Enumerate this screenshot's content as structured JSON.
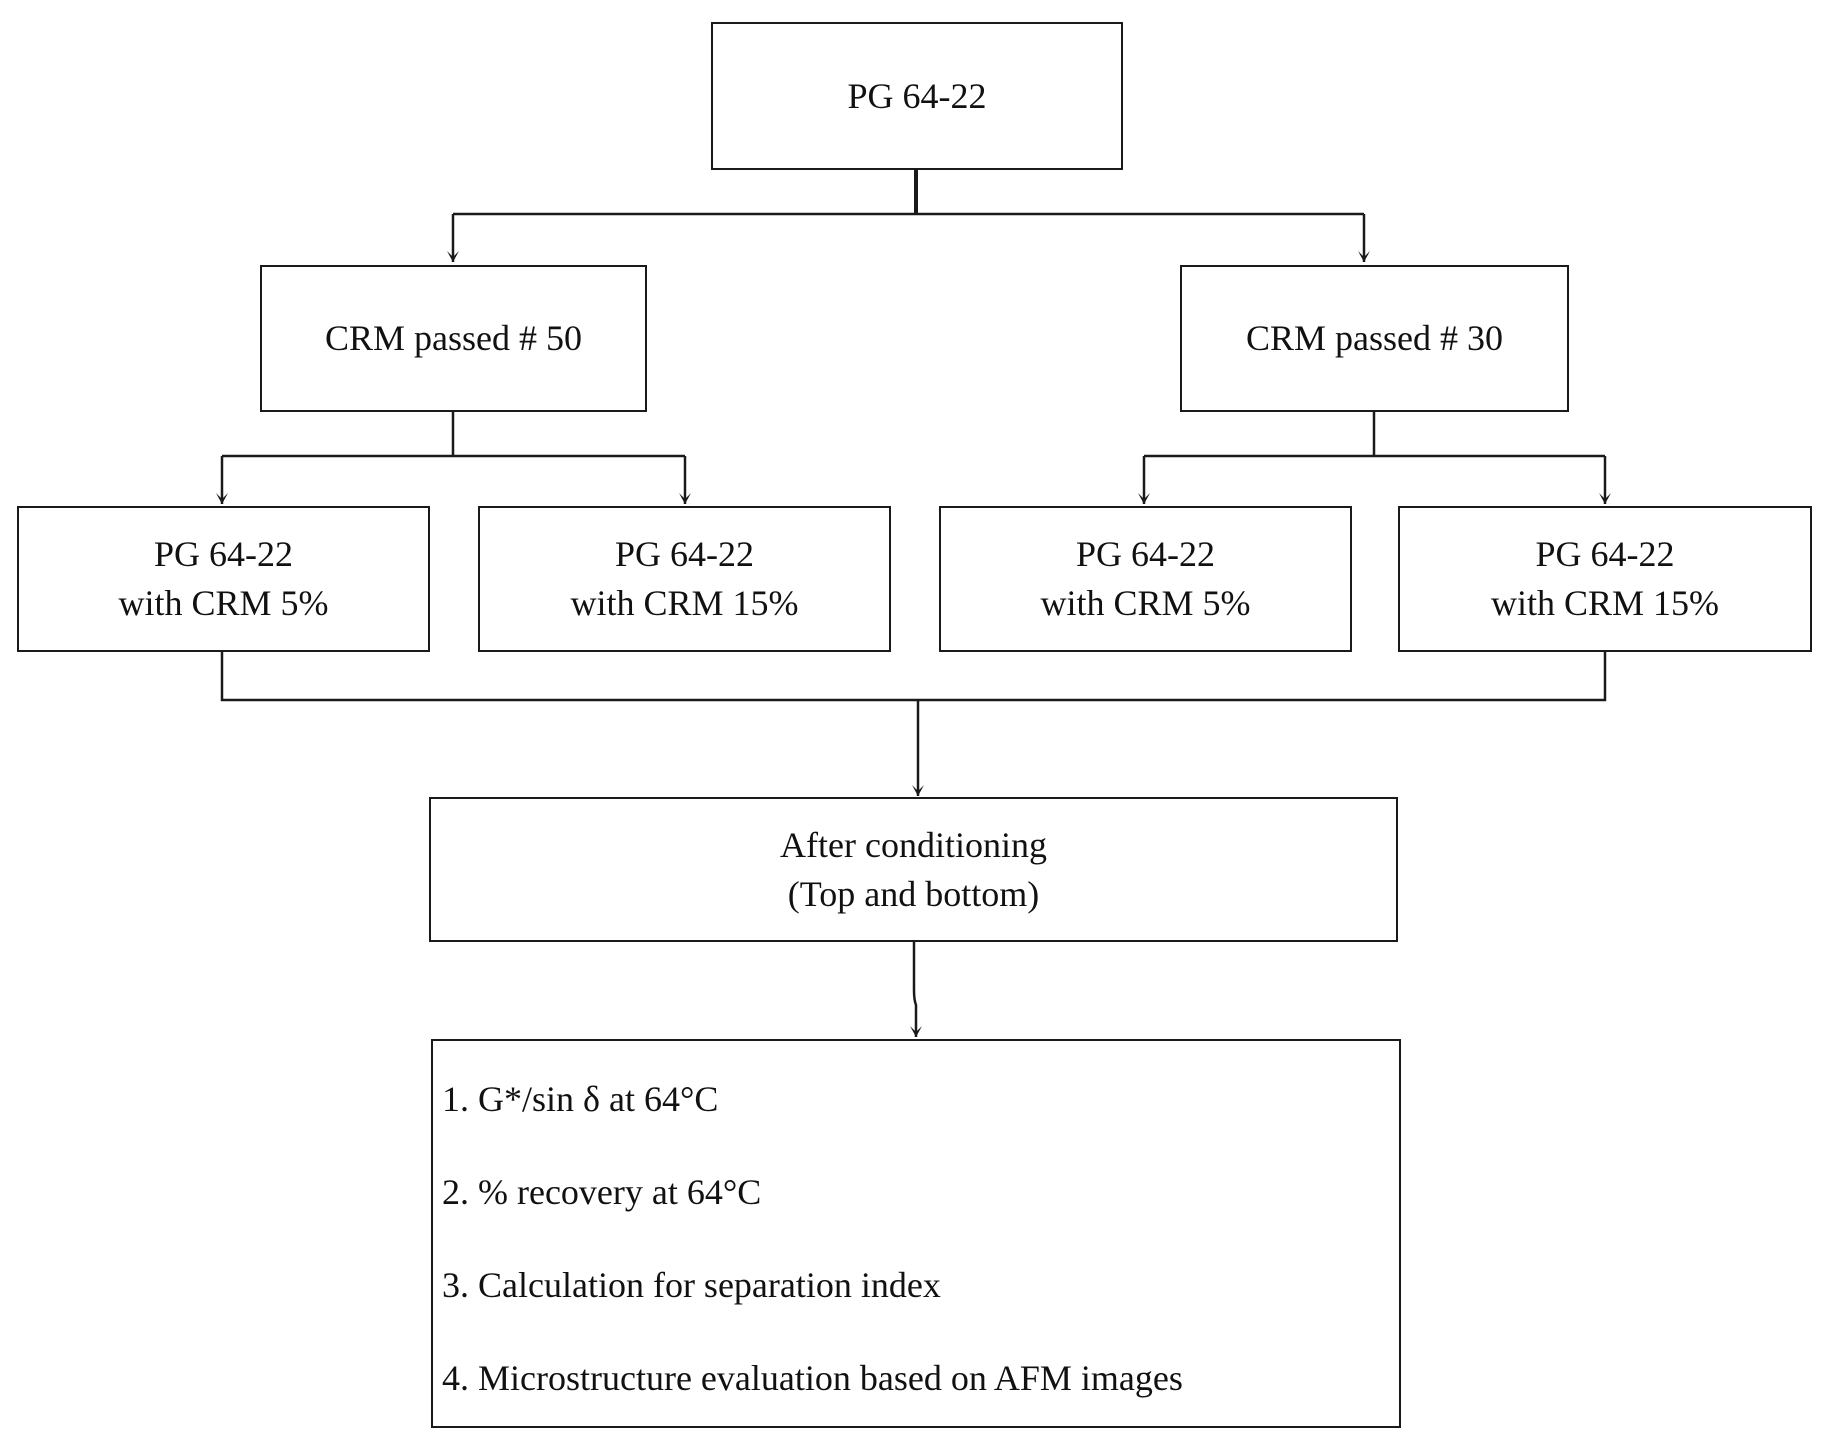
{
  "diagram": {
    "root": {
      "label": "PG 64-22"
    },
    "branches": [
      {
        "label": "CRM passed # 50",
        "children": [
          {
            "line1": "PG 64-22",
            "line2": "with CRM 5%"
          },
          {
            "line1": "PG 64-22",
            "line2": "with CRM 15%"
          }
        ]
      },
      {
        "label": "CRM passed # 30",
        "children": [
          {
            "line1": "PG 64-22",
            "line2": "with CRM 5%"
          },
          {
            "line1": "PG 64-22",
            "line2": "with CRM 15%"
          }
        ]
      }
    ],
    "conditioning": {
      "line1": "After conditioning",
      "line2": "(Top and bottom)"
    },
    "tests": [
      "1. G*/sin δ at 64°C",
      "2. % recovery at 64°C",
      "3. Calculation for separation index",
      "4. Microstructure evaluation based on AFM images"
    ]
  },
  "colors": {
    "stroke": "#1a1a1a",
    "background": "#ffffff"
  }
}
